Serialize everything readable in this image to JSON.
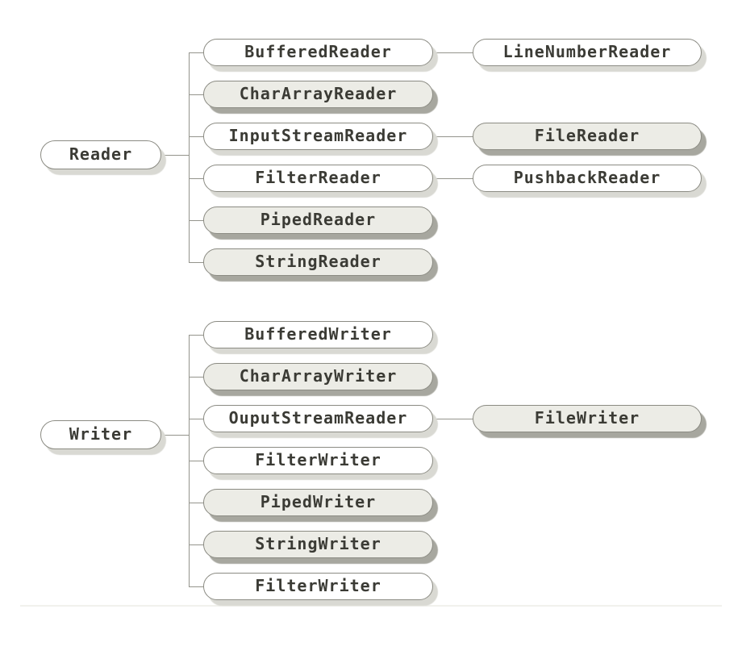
{
  "diagram": {
    "description": "Java I/O Reader and Writer class hierarchy",
    "colors": {
      "background": "#ffffff",
      "node_fill_light": "#ffffff",
      "node_fill_shaded": "#ecece6",
      "node_border": "#8b8b83",
      "connector_line": "#94948c",
      "shadow_light": "#d9d9d3",
      "shadow_dark": "#a7a79f",
      "text": "#3b3b35",
      "divider": "#f1f1ed"
    },
    "groups": [
      {
        "name": "reader-hierarchy",
        "parent": {
          "label": "Reader",
          "variant": "white"
        },
        "children": [
          {
            "label": "BufferedReader",
            "variant": "white",
            "child": {
              "label": "LineNumberReader",
              "variant": "white"
            }
          },
          {
            "label": "CharArrayReader",
            "variant": "gray"
          },
          {
            "label": "InputStreamReader",
            "variant": "white",
            "child": {
              "label": "FileReader",
              "variant": "gray"
            }
          },
          {
            "label": "FilterReader",
            "variant": "white",
            "child": {
              "label": "PushbackReader",
              "variant": "white"
            }
          },
          {
            "label": "PipedReader",
            "variant": "gray"
          },
          {
            "label": "StringReader",
            "variant": "gray"
          }
        ]
      },
      {
        "name": "writer-hierarchy",
        "parent": {
          "label": "Writer",
          "variant": "white"
        },
        "children": [
          {
            "label": "BufferedWriter",
            "variant": "white"
          },
          {
            "label": "CharArrayWriter",
            "variant": "gray"
          },
          {
            "label": "OuputStreamReader",
            "variant": "white",
            "child": {
              "label": "FileWriter",
              "variant": "gray"
            }
          },
          {
            "label": "FilterWriter",
            "variant": "white"
          },
          {
            "label": "PipedWriter",
            "variant": "gray"
          },
          {
            "label": "StringWriter",
            "variant": "gray"
          },
          {
            "label": "FilterWriter",
            "variant": "white"
          }
        ]
      }
    ]
  }
}
